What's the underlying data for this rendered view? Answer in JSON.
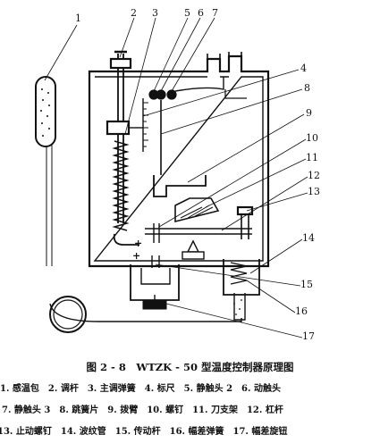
{
  "figure": {
    "caption": "图 2 - 8　WTZK - 50 型温度控制器原理图",
    "callouts": [
      "1",
      "2",
      "3",
      "4",
      "5",
      "6",
      "7",
      "8",
      "9",
      "10",
      "11",
      "12",
      "13",
      "14",
      "15",
      "16",
      "17"
    ],
    "legend_lines": [
      "1. 感温包　2. 调杆　3. 主调弹簧　4. 标尺　5. 静触头 2　6. 动触头",
      "7. 静触头 3　8. 跳簧片　9. 拨臂　10. 螺钉　11. 刀支架　12. 杠杆",
      "13. 止动螺钉　14. 波纹管　15. 传动杆　16. 幅差弹簧　17. 幅差旋钮"
    ],
    "symbols": [
      "+",
      "+"
    ]
  }
}
